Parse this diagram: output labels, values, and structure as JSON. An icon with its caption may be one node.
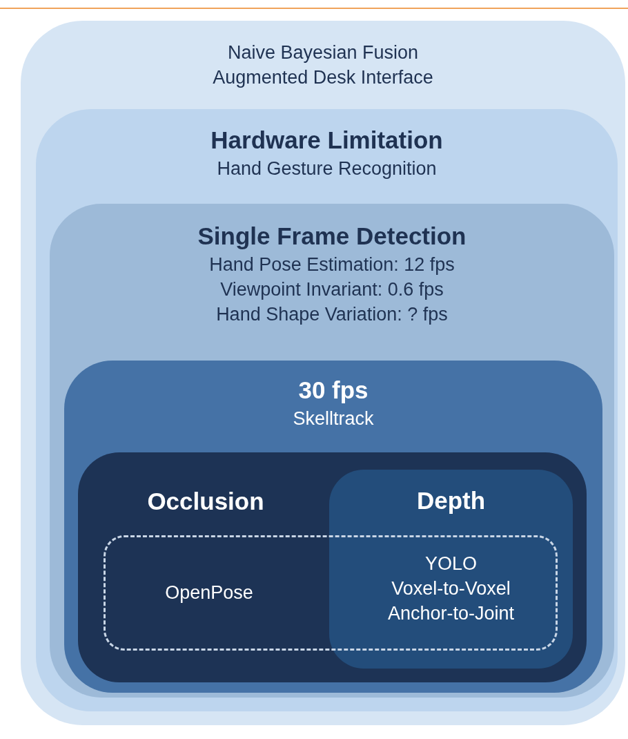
{
  "diagram": {
    "nodes": [
      {
        "text": [
          "Naive Bayesian Fusion",
          "Augmented Desk Interface"
        ]
      },
      {
        "text": [
          "Hardware Limitation",
          "Hand Gesture Recognition"
        ],
        "in": 0
      },
      {
        "text": [
          "Single Frame Detection",
          "Hand Pose Estimation: 12 fps",
          "Viewpoint Invariant: 0.6 fps",
          "Hand Shape Variation: ? fps"
        ],
        "in": 1
      },
      {
        "text": [
          "30 fps",
          "Skelltrack"
        ],
        "in": 2
      },
      {
        "text": [
          "Occlusion"
        ],
        "in": 3
      },
      {
        "text": [
          "Depth",
          "YOLO",
          "Voxel-to-Voxel",
          "Anchor-to-Joint"
        ],
        "in": 4
      },
      {
        "text": [
          "OpenPose"
        ],
        "in": 4
      }
    ]
  }
}
